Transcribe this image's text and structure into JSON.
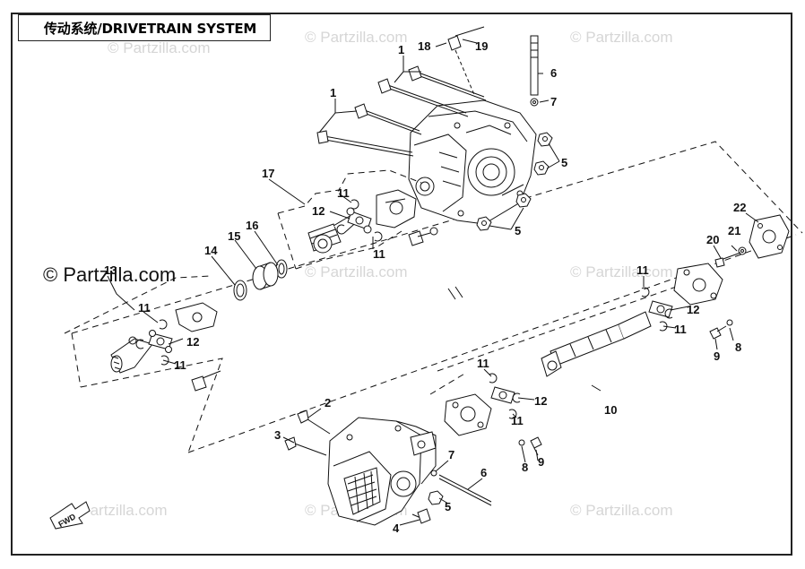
{
  "title": "传动系统/DRIVETRAIN SYSTEM",
  "watermarks": {
    "small": "© Partzilla.com",
    "large": "© Partzilla.com"
  },
  "fwd_label": "FWD",
  "callouts": [
    "1",
    "1",
    "2",
    "3",
    "4",
    "5",
    "5",
    "5",
    "6",
    "6",
    "7",
    "7",
    "8",
    "8",
    "9",
    "9",
    "10",
    "11",
    "11",
    "11",
    "11",
    "11",
    "11",
    "11",
    "11",
    "12",
    "12",
    "12",
    "12",
    "13",
    "14",
    "15",
    "16",
    "17",
    "18",
    "19",
    "20",
    "21",
    "22"
  ],
  "colors": {
    "line": "#111111",
    "watermark": "#d6d6d6",
    "background": "#ffffff"
  }
}
